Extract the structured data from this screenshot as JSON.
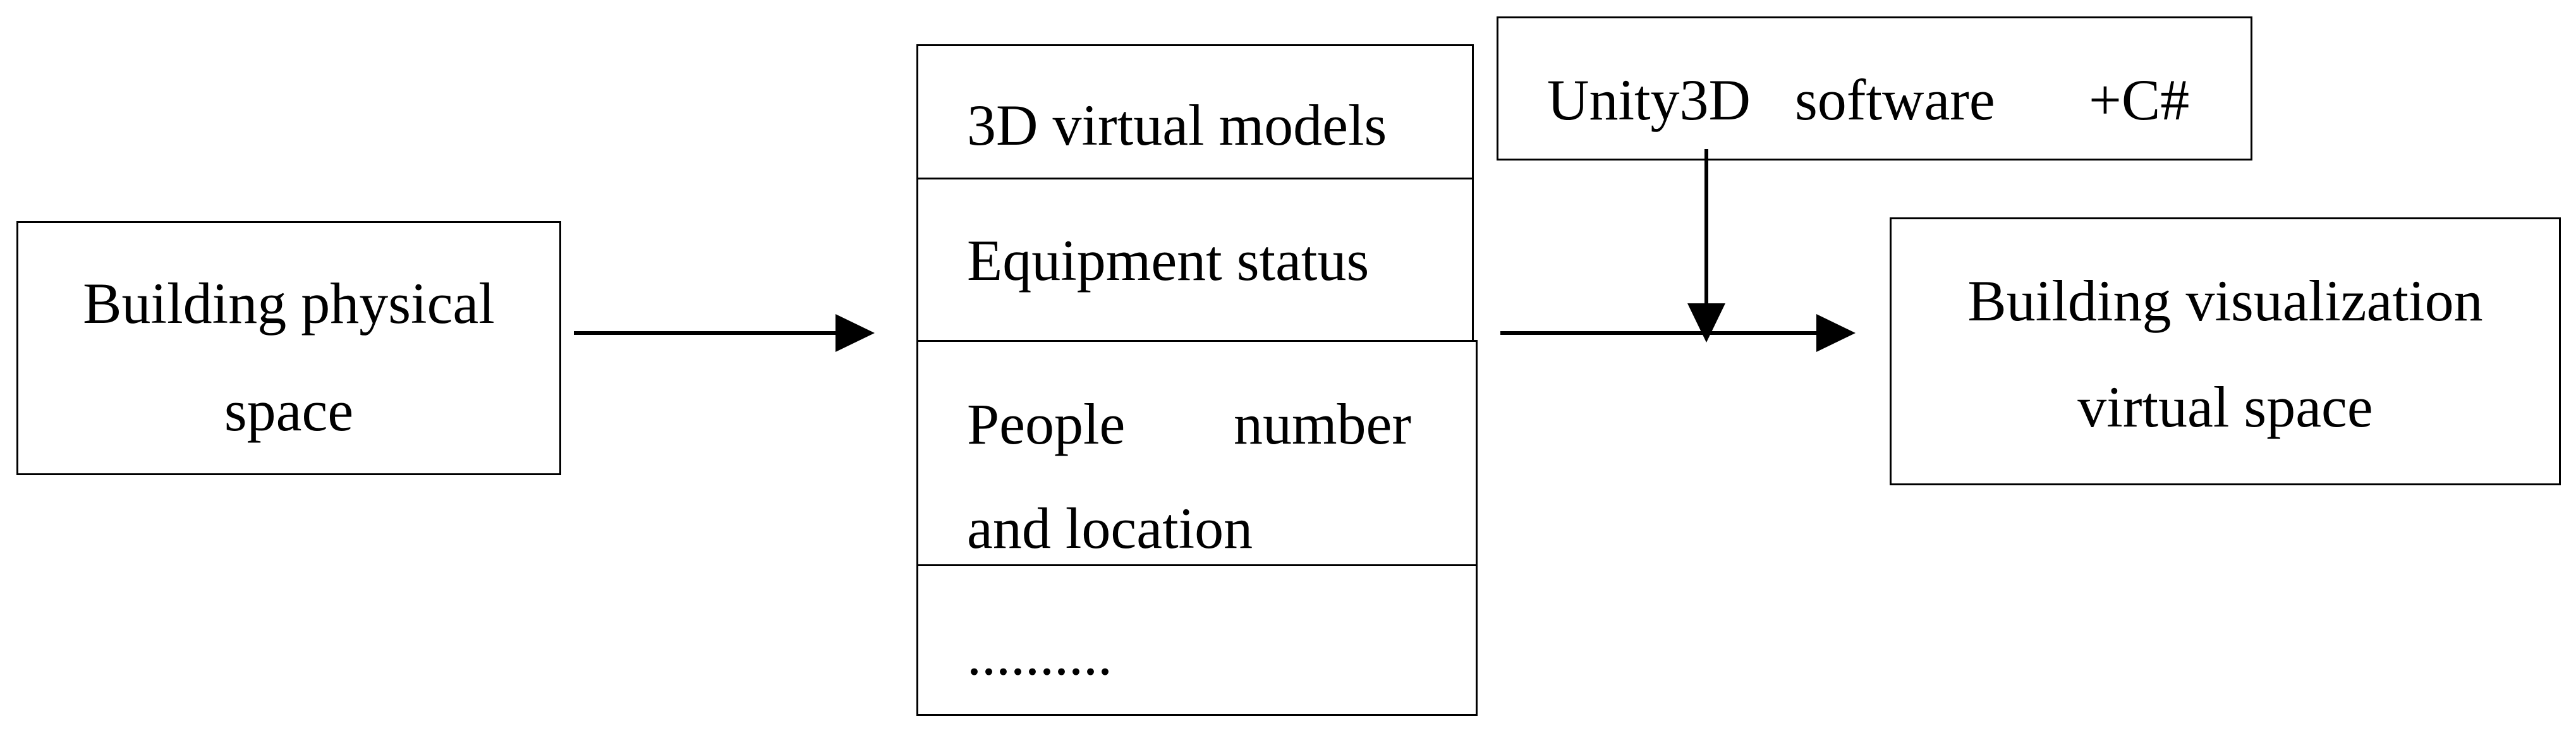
{
  "diagram": {
    "left_box": {
      "line1": "Building physical",
      "line2": "space"
    },
    "middle_stack": {
      "models": "3D virtual models",
      "equipment": "Equipment status",
      "people_word1": "People",
      "people_word2": "number",
      "people_line2": "and location",
      "ellipsis": ".........."
    },
    "top_box": {
      "word1": "Unity3D",
      "word2": "software",
      "word3": "+C#"
    },
    "right_box": {
      "line1": "Building visualization",
      "line2": "virtual space"
    }
  }
}
